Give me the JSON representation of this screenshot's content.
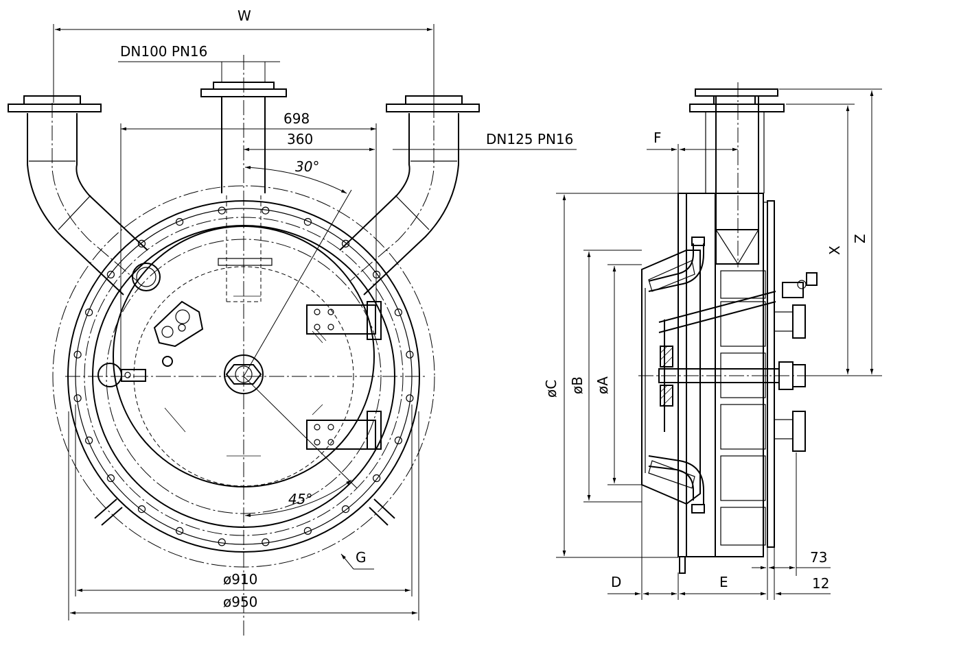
{
  "labels": {
    "width_w": "W",
    "dn100": "DN100 PN16",
    "dim_698": "698",
    "dim_360": "360",
    "angle_30": "30°",
    "dn125": "DN125 PN16",
    "angle_45": "45°",
    "view_g": "G",
    "dia_910": "ø910",
    "dia_950": "ø950",
    "dim_f": "F",
    "dim_x": "X",
    "dim_z": "Z",
    "dia_c": "øC",
    "dia_b": "øB",
    "dia_a": "øA",
    "dim_73": "73",
    "dim_d": "D",
    "dim_e": "E",
    "dim_12": "12"
  }
}
